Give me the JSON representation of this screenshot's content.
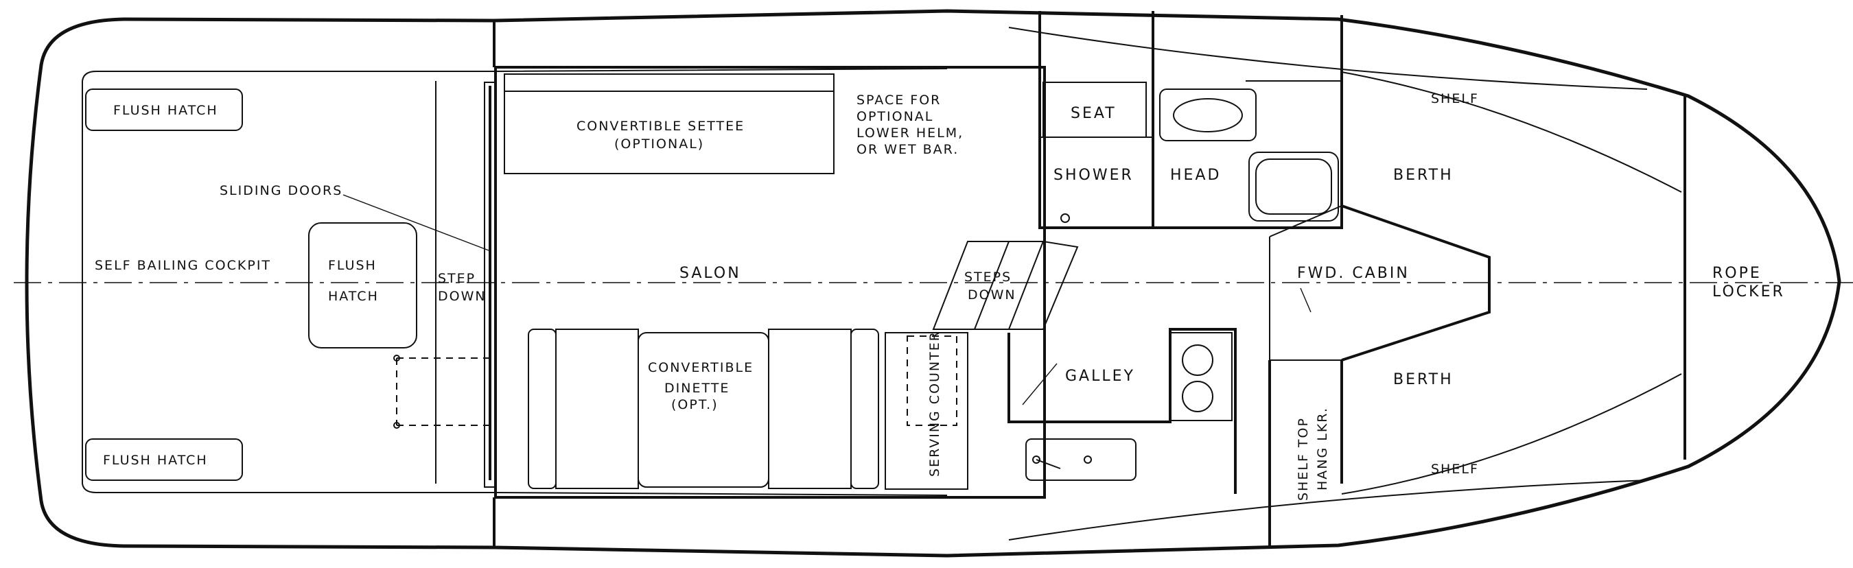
{
  "labels": {
    "flush_hatch_top": "FLUSH HATCH",
    "flush_hatch_bottom": "FLUSH HATCH",
    "sliding_doors": "SLIDING DOORS",
    "self_bailing_cockpit": "SELF BAILING COCKPIT",
    "flush_hatch_center_1": "FLUSH",
    "flush_hatch_center_2": "HATCH",
    "step_down_1": "STEP",
    "step_down_2": "DOWN",
    "convertible_settee_1": "CONVERTIBLE SETTEE",
    "convertible_settee_2": "(OPTIONAL)",
    "space_for_1": "SPACE FOR",
    "space_for_2": "OPTIONAL",
    "space_for_3": "LOWER HELM,",
    "space_for_4": "OR WET BAR.",
    "salon": "SALON",
    "steps_down_1": "STEPS",
    "steps_down_2": "DOWN",
    "convertible_dinette_1": "CONVERTIBLE",
    "convertible_dinette_2": "DINETTE",
    "convertible_dinette_3": "(OPT.)",
    "serving_counter": "SERVING COUNTER",
    "galley": "GALLEY",
    "seat": "SEAT",
    "shower": "SHOWER",
    "head": "HEAD",
    "berth_top": "BERTH",
    "berth_bottom": "BERTH",
    "fwd_cabin": "FWD. CABIN",
    "shelf_top": "SHELF",
    "shelf_bottom": "SHELF",
    "shelf_top_hang_1": "SHELF TOP",
    "shelf_top_hang_2": "HANG LKR.",
    "rope_locker_1": "ROPE",
    "rope_locker_2": "LOCKER"
  }
}
